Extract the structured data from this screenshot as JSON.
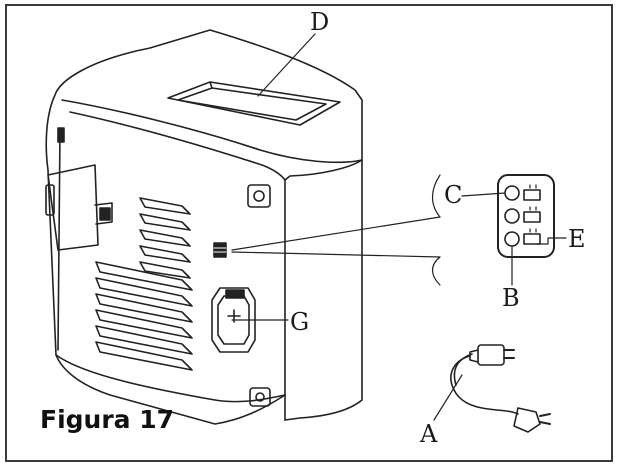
{
  "figure": {
    "caption": "Figura 17"
  },
  "labels": {
    "a": "A",
    "b": "B",
    "c": "C",
    "d": "D",
    "e": "E",
    "g": "G"
  },
  "parts": {
    "power_cord": "power-cord",
    "fuse_holder": "fuse-holder",
    "switch_panel": "switch-panel",
    "top_handle_opening": "handle-opening",
    "power_socket": "power-socket"
  }
}
